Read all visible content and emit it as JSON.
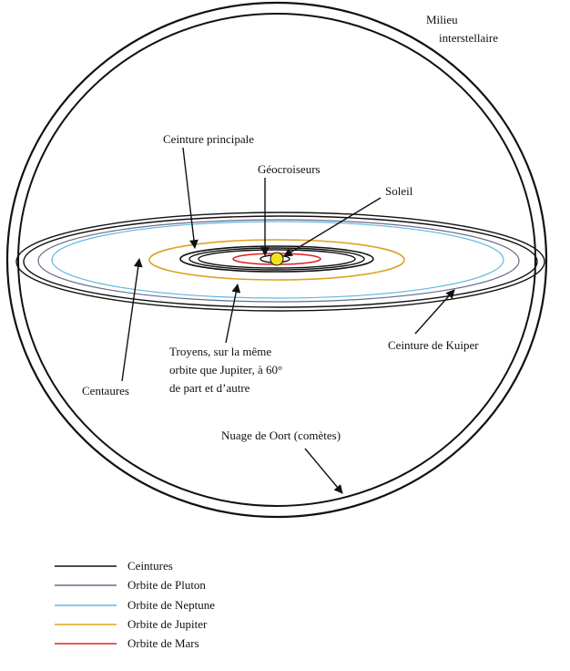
{
  "labels": {
    "milieu_line1": "Milieu",
    "milieu_line2": "interstellaire",
    "ceinture_principale": "Ceinture principale",
    "geocroiseurs": "Géocroiseurs",
    "soleil": "Soleil",
    "centaures": "Centaures",
    "troyens_line1": "Troyens, sur la même",
    "troyens_line2": "orbite que Jupiter, à 60°",
    "troyens_line3": "de part et d’autre",
    "kuiper": "Ceinture de Kuiper",
    "oort": "Nuage de Oort (comètes)"
  },
  "legend": [
    {
      "label": "Ceintures",
      "color": "#111111"
    },
    {
      "label": "Orbite de Pluton",
      "color": "#6b6b8a"
    },
    {
      "label": "Orbite de Neptune",
      "color": "#5fb8e0"
    },
    {
      "label": "Orbite de Jupiter",
      "color": "#e0a020"
    },
    {
      "label": "Orbite de Mars",
      "color": "#e02020"
    }
  ],
  "colors": {
    "sun": "#f5e020",
    "belt": "#111111",
    "pluto": "#6b6b8a",
    "neptune": "#5fb8e0",
    "jupiter": "#e0a020",
    "mars": "#e02020"
  }
}
